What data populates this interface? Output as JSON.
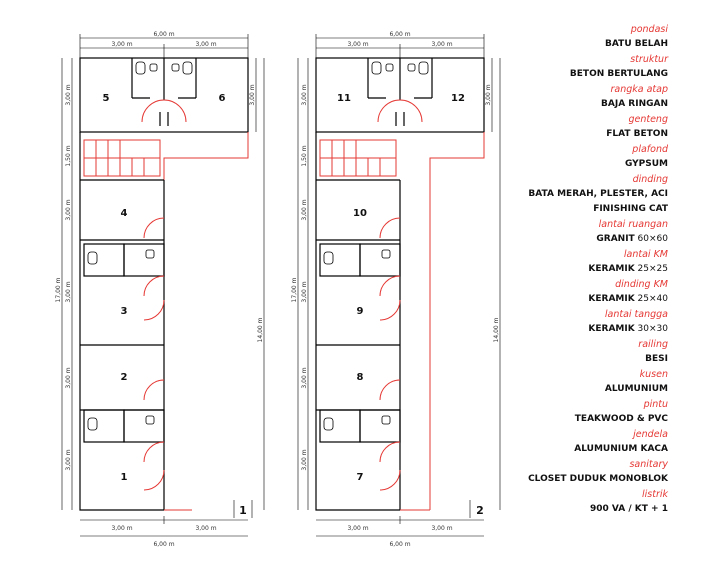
{
  "plan1": {
    "number": "1",
    "rooms": [
      "5",
      "6",
      "4",
      "3",
      "2",
      "1"
    ],
    "top_total": "6,00 m",
    "top_left": "3,00 m",
    "top_right": "3,00 m",
    "bottom_total": "6,00 m",
    "bottom_left": "3,00 m",
    "bottom_right": "3,00 m",
    "left_segments": [
      "3,00 m",
      "1,50 m",
      "3,00 m",
      "3,00 m",
      "3,00 m",
      "3,00 m"
    ],
    "left_total": "17,00 m",
    "right_inner": "3,00 m",
    "right_total": "14,00 m"
  },
  "plan2": {
    "number": "2",
    "rooms": [
      "11",
      "12",
      "10",
      "9",
      "8",
      "7"
    ],
    "top_total": "6,00 m",
    "top_left": "3,00 m",
    "top_right": "3,00 m",
    "bottom_total": "6,00 m",
    "bottom_left": "3,00 m",
    "bottom_right": "3,00 m",
    "left_segments": [
      "3,00 m",
      "1,50 m",
      "3,00 m",
      "3,00 m",
      "3,00 m",
      "3,00 m"
    ],
    "left_total": "17,00 m",
    "right_inner": "3,00 m",
    "right_total": "14,00 m"
  },
  "spec": [
    {
      "label": "pondasi",
      "value": "BATU BELAH",
      "suffix": ""
    },
    {
      "label": "struktur",
      "value": "BETON BERTULANG",
      "suffix": ""
    },
    {
      "label": "rangka atap",
      "value": "BAJA RINGAN",
      "suffix": ""
    },
    {
      "label": "genteng",
      "value": "FLAT BETON",
      "suffix": ""
    },
    {
      "label": "plafond",
      "value": "GYPSUM",
      "suffix": ""
    },
    {
      "label": "dinding",
      "value": "BATA MERAH, PLESTER, ACI",
      "suffix": ""
    },
    {
      "label": "",
      "value": "FINISHING CAT",
      "suffix": ""
    },
    {
      "label": "lantai ruangan",
      "value": "GRANIT",
      "suffix": " 60×60"
    },
    {
      "label": "lantai KM",
      "value": "KERAMIK",
      "suffix": " 25×25"
    },
    {
      "label": "dinding KM",
      "value": "KERAMIK",
      "suffix": " 25×40"
    },
    {
      "label": "lantai tangga",
      "value": "KERAMIK",
      "suffix": " 30×30"
    },
    {
      "label": "railing",
      "value": "BESI",
      "suffix": ""
    },
    {
      "label": "kusen",
      "value": "ALUMUNIUM",
      "suffix": ""
    },
    {
      "label": "pintu",
      "value": "TEAKWOOD & PVC",
      "suffix": ""
    },
    {
      "label": "jendela",
      "value": "ALUMUNIUM KACA",
      "suffix": ""
    },
    {
      "label": "sanitary",
      "value": "CLOSET DUDUK MONOBLOK",
      "suffix": ""
    },
    {
      "label": "listrik",
      "value": "900 VA / KT + 1",
      "suffix": ""
    }
  ],
  "colors": {
    "accent": "#e53935",
    "line": "#000000"
  }
}
